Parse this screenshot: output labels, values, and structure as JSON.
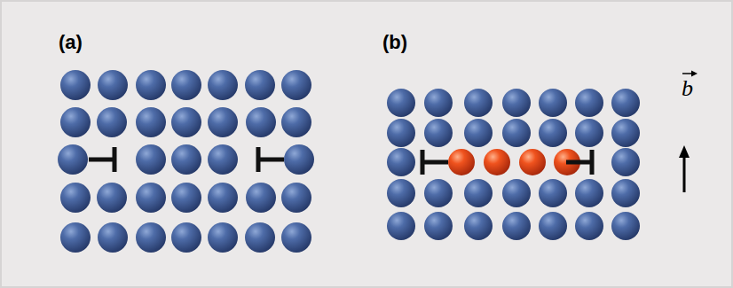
{
  "diagram": {
    "labels": [
      "(a)",
      "(b)",
      "b"
    ]
  }
}
